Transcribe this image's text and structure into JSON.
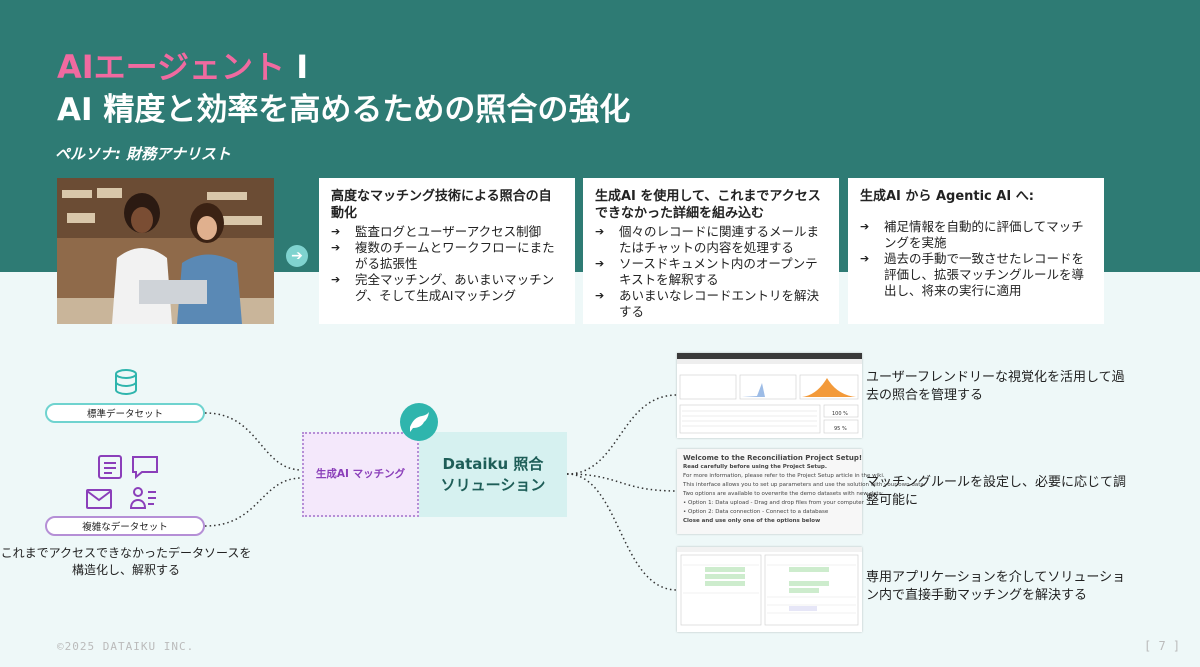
{
  "title": {
    "accent": "AIエージェント",
    "separator": " I",
    "line2": "AI 精度と効率を高めるための照合の強化"
  },
  "persona": "ペルソナ: 財務アナリスト",
  "cards": [
    {
      "heading": "高度なマッチング技術による照合の自動化",
      "items": [
        "監査ログとユーザーアクセス制御",
        "複数のチームとワークフローにまたがる拡張性",
        "完全マッチング、あいまいマッチング、そして生成AIマッチング"
      ]
    },
    {
      "heading": "生成AI を使用して、これまでアクセスできなかった詳細を組み込む",
      "items": [
        "個々のレコードに関連するメールまたはチャットの内容を処理する",
        "ソースドキュメント内のオープンテキストを解釈する",
        "あいまいなレコードエントリを解決する"
      ]
    },
    {
      "heading": "生成AI から Agentic AI へ:",
      "items": [
        "補足情報を自動的に評価してマッチングを実施",
        "過去の手動で一致させたレコードを評価し、拡張マッチングルールを導出し、将来の実行に適用"
      ]
    }
  ],
  "diagram": {
    "standard_dataset": "標準データセット",
    "complex_dataset": "複雑なデータセット",
    "left_caption": "これまでアクセスできなかったデータソースを構造化し、解釈する",
    "gen_ai_matching": "生成AI マッチング",
    "dataiku_line1": "Dataiku 照合",
    "dataiku_line2": "ソリューション"
  },
  "screenshot2": {
    "heading": "Welcome to the Reconciliation Project Setup!",
    "line1": "Read carefully before using the Project Setup.",
    "line2": "For more information, please refer to the Project Setup article in the wiki.",
    "line3": "This interface allows you to set up parameters and use the solution with your own data.",
    "line4": "Two options are available to overwrite the demo datasets with new data:",
    "line5": "• Option 1: Data upload - Drag and drop files from your computer",
    "line6": "• Option 2: Data connection - Connect to a database",
    "line7": "Close and use only one of the options below"
  },
  "right_texts": [
    "ユーザーフレンドリーな視覚化を活用して過去の照合を管理する",
    "マッチングルールを設定し、必要に応じて調整可能に",
    "専用アプリケーションを介してソリューション内で直接手動マッチングを解決する"
  ],
  "footer": {
    "copyright": "©2025 DATAIKU INC.",
    "page": "[ 7 ]"
  },
  "colors": {
    "band": "#2e7b74",
    "accent_pink": "#f06aa0",
    "teal": "#2fb5ad",
    "purple": "#b58fd6"
  }
}
